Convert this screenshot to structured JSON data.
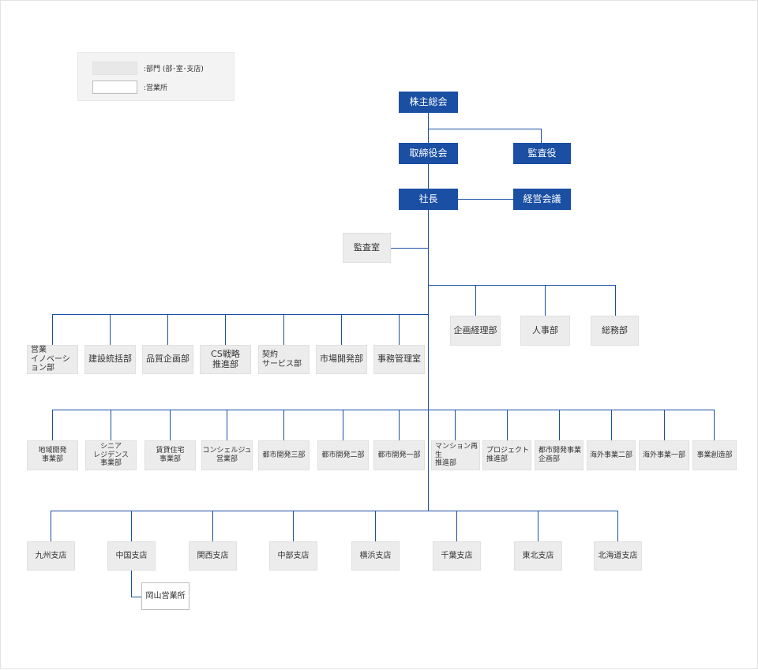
{
  "legend": {
    "dept_label": ":部門 (部･室･支店)",
    "office_label": ":営業所"
  },
  "top": {
    "shareholders": "株主総会",
    "board": "取締役会",
    "auditor": "監査役",
    "president": "社長",
    "mgmt_council": "経営会議"
  },
  "audit_office": "監査室",
  "staff": [
    "企画経理部",
    "人事部",
    "総務部"
  ],
  "row1": [
    "営業\nイノベーション部",
    "建設統括部",
    "品質企画部",
    "CS戦略\n推進部",
    "契約\nサービス部",
    "市場開発部",
    "事務管理室"
  ],
  "row2": [
    "地域開発\n事業部",
    "シニア\nレジデンス\n事業部",
    "賃貸住宅\n事業部",
    "コンシェルジュ\n営業部",
    "都市開発三部",
    "都市開発二部",
    "都市開発一部",
    "マンション再生\n推進部",
    "プロジェクト\n推進部",
    "都市開発事業\n企画部",
    "海外事業二部",
    "海外事業一部",
    "事業創造部"
  ],
  "branches": [
    "九州支店",
    "中国支店",
    "関西支店",
    "中部支店",
    "横浜支店",
    "千葉支店",
    "東北支店",
    "北海道支店"
  ],
  "sales_office": "岡山営業所",
  "colors": {
    "accent": "#1a4fa3",
    "dept_fill": "#ececec",
    "line": "#1a4fa3"
  }
}
